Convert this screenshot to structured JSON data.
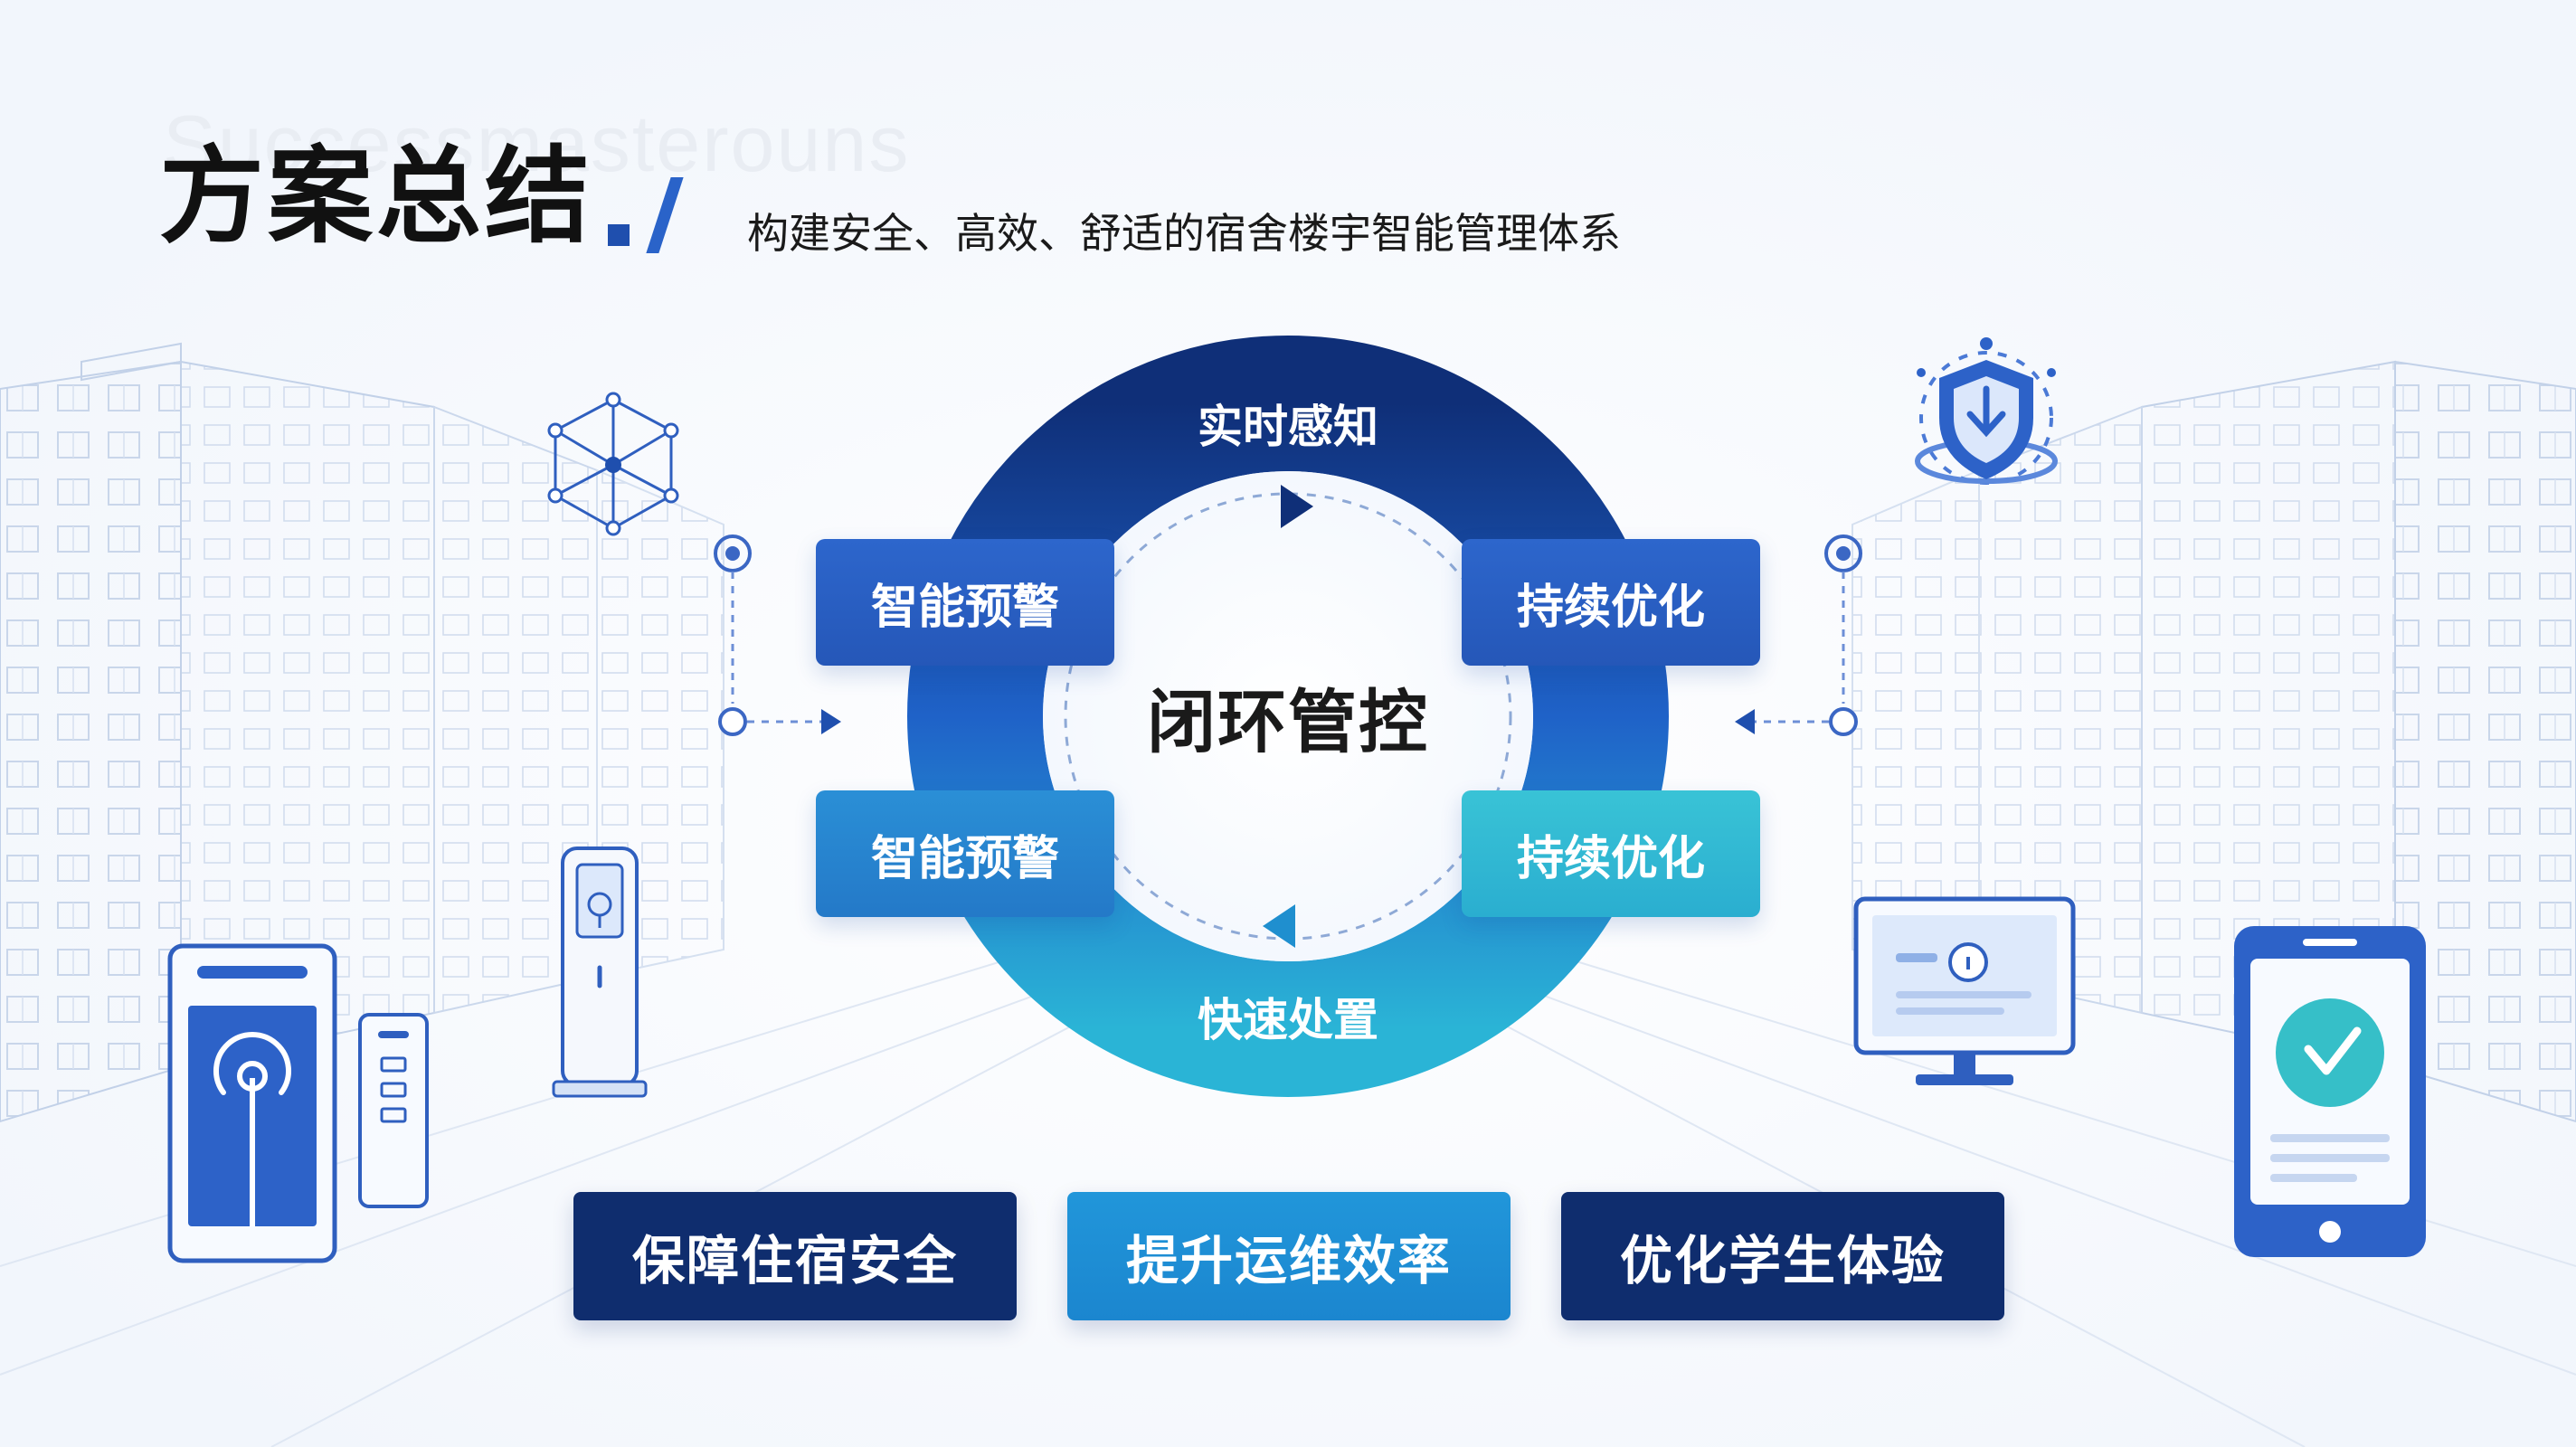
{
  "slide": {
    "watermark": "Successmasterouns",
    "title": "方案总结",
    "subtitle": "构建安全、高效、舒适的宿舍楼宇智能管理体系"
  },
  "cycle": {
    "top": "实时感知",
    "bottom": "快速处置",
    "center": "闭环管控",
    "left_top": "智能预警",
    "left_bottom": "智能预警",
    "right_top": "持续优化",
    "right_bottom": "持续优化"
  },
  "goals": [
    "保障住宿安全",
    "提升运维效率",
    "优化学生体验"
  ],
  "colors": {
    "ring_dark": "#0f2f78",
    "ring_mid": "#1f62c8",
    "ring_light": "#2ab4d6",
    "box_blue": "#2a5ec5",
    "box_cyan": "#2fb0cf",
    "goal_navy": "#0f2d6e",
    "goal_sky": "#1d8fd6",
    "accent": "#2a63c9"
  },
  "icons": [
    "cube-network-icon",
    "shield-check-icon",
    "target-icon",
    "kiosk-icon",
    "tablet-signal-icon",
    "remote-device-icon",
    "monitor-lock-icon",
    "phone-check-icon",
    "building-illustration"
  ]
}
